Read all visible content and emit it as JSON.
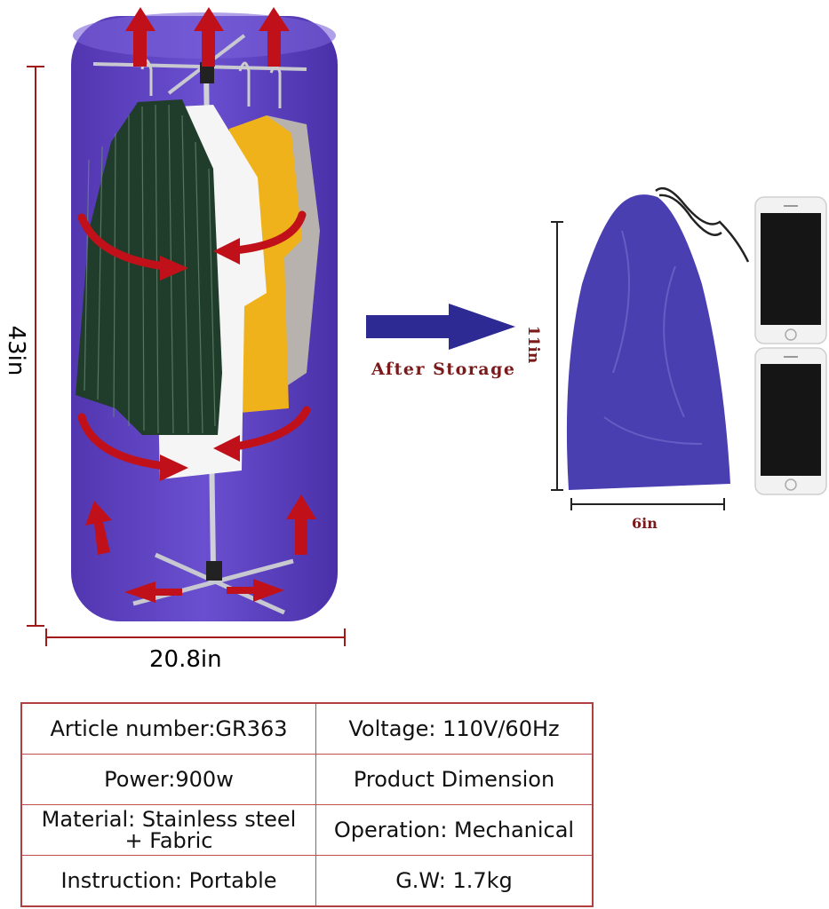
{
  "dryer": {
    "height_label": "43in",
    "width_label": "20.8in",
    "colors": {
      "body": "#5a3fb8",
      "arrow": "#c0111a",
      "dimension_line": "#a01818"
    }
  },
  "transition": {
    "label": "After Storage",
    "arrow_color": "#2d2a94"
  },
  "bag": {
    "height_label": "11in",
    "width_label": "6in",
    "color": "#4a3fb0"
  },
  "specs": {
    "rows": [
      [
        "Article number:GR363",
        "Voltage: 110V/60Hz"
      ],
      [
        "Power:900w",
        "Product Dimension"
      ],
      [
        "Material: Stainless steel\n+ Fabric",
        "Operation: Mechanical"
      ],
      [
        "Instruction: Portable",
        "G.W: 1.7kg"
      ]
    ]
  }
}
